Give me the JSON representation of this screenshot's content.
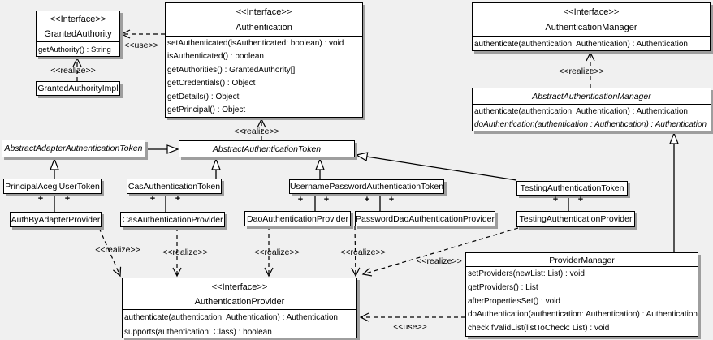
{
  "labels": {
    "use": "<<use>>",
    "realize": "<<realize>>",
    "plus": "+",
    "interface_stereotype": "<<Interface>>"
  },
  "classes": {
    "granted_authority": {
      "stereotype": "<<Interface>>",
      "name": "GrantedAuthority",
      "methods": [
        "getAuthority() : String"
      ]
    },
    "granted_authority_impl": {
      "name": "GrantedAuthorityImpl"
    },
    "authentication": {
      "stereotype": "<<Interface>>",
      "name": "Authentication",
      "methods": [
        "setAuthenticated(isAuthenticated: boolean) : void",
        "isAuthenticated() : boolean",
        "getAuthorities() : GrantedAuthority[]",
        "getCredentials() : Object",
        "getDetails() : Object",
        "getPrincipal() : Object"
      ]
    },
    "authentication_manager": {
      "stereotype": "<<Interface>>",
      "name": "AuthenticationManager",
      "methods": [
        "authenticate(authentication: Authentication) : Authentication"
      ]
    },
    "abstract_authentication_manager": {
      "name": "AbstractAuthenticationManager",
      "methods": [
        "authenticate(authentication: Authentication) : Authentication",
        "doAuthentication(authentication : Authentication) : Authentication"
      ]
    },
    "abstract_adapter_authentication_token": {
      "name": "AbstractAdapterAuthenticationToken"
    },
    "abstract_authentication_token": {
      "name": "AbstractAuthenticationToken"
    },
    "principal_acegi_user_token": {
      "name": "PrincipalAcegiUserToken"
    },
    "cas_authentication_token": {
      "name": "CasAuthenticationToken"
    },
    "username_password_authentication_token": {
      "name": "UsernamePasswordAuthenticationToken"
    },
    "testing_authentication_token": {
      "name": "TestingAuthenticationToken"
    },
    "auth_by_adapter_provider": {
      "name": "AuthByAdapterProvider"
    },
    "cas_authentication_provider": {
      "name": "CasAuthenticationProvider"
    },
    "dao_authentication_provider": {
      "name": "DaoAuthenticationProvider"
    },
    "password_dao_authentication_provider": {
      "name": "PasswordDaoAuthenticationProvider"
    },
    "testing_authentication_provider": {
      "name": "TestingAuthenticationProvider"
    },
    "provider_manager": {
      "name": "ProviderManager",
      "methods": [
        "setProviders(newList: List) : void",
        "getProviders() : List",
        "afterPropertiesSet() : void",
        "doAuthentication(authentication: Authentication) : Authentication",
        "checkIfValidList(listToCheck: List) : void"
      ]
    },
    "authentication_provider": {
      "stereotype": "<<Interface>>",
      "name": "AuthenticationProvider",
      "methods": [
        "authenticate(authentication: Authentication) : Authentication",
        "supports(authentication: Class) : boolean"
      ]
    }
  },
  "colors": {
    "background": "#f0f0f0",
    "box_fill": "#ffffff",
    "line": "#000000",
    "shadow": "#9e9e9e"
  }
}
